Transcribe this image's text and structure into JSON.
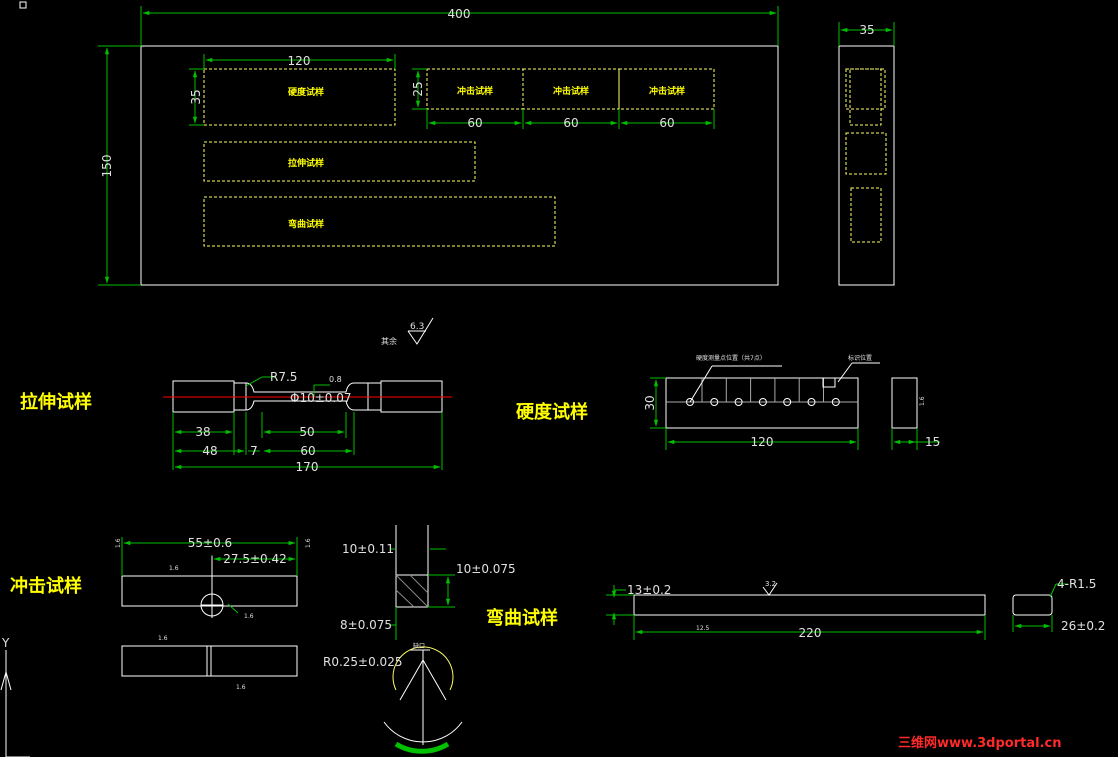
{
  "colors": {
    "background": "#000000",
    "outline": "#ffffff",
    "dimension": "#00c000",
    "specimen_outline": "#ffff66",
    "text": "#e0e0e0",
    "label": "#ffff00",
    "centerline": "#ff0000",
    "watermark": "#ff2a2a"
  },
  "plate": {
    "width": "400",
    "height": "150",
    "side_thickness": "35"
  },
  "layout_zones": {
    "hardness": "硬度试样",
    "impact_1": "冲击试样",
    "impact_2": "冲击试样",
    "impact_3": "冲击试样",
    "tensile": "拉伸试样",
    "bending": "弯曲试样",
    "dim_hardness_width": "120",
    "dim_hardness_height": "35",
    "dim_impact_height": "25",
    "dim_impact_w1": "60",
    "dim_impact_w2": "60",
    "dim_impact_w3": "60"
  },
  "surface_finish": {
    "value": "6.3",
    "note": "其余"
  },
  "tensile": {
    "title": "拉伸试样",
    "radius": "R7.5",
    "diameter": "Φ10±0.07",
    "roughness": "0.8",
    "dim_grip": "38",
    "dim_gauge": "50",
    "dim_shoulder": "48",
    "dim_transition": "7",
    "dim_parallel": "60",
    "dim_total": "170"
  },
  "hardness": {
    "title": "硬度试样",
    "note_points": "硬度测量点位置（共7点）",
    "note_mark": "标识位置",
    "dim_height": "30",
    "dim_length": "120",
    "dim_thickness": "15",
    "roughness": "1.6"
  },
  "impact": {
    "title": "冲击试样",
    "dim_length": "55±0.6",
    "dim_half": "27.5±0.42",
    "dim_width": "10±0.11",
    "dim_height": "10±0.075",
    "dim_notch_depth": "8±0.075",
    "notch_radius": "R0.25±0.025",
    "roughness_a": "1.6",
    "roughness_b": "1.6",
    "roughness_c": "1.6",
    "roughness_d": "1.6",
    "roughness_e": "1.6",
    "roughness_f": "1.6",
    "notch_label": "缺口"
  },
  "bending": {
    "title": "弯曲试样",
    "dim_thickness": "13±0.2",
    "roughness": "3.2",
    "roughness_b": "12.5",
    "dim_length": "220",
    "dim_radius": "4-R1.5",
    "dim_width": "26±0.2"
  },
  "ucs": {
    "y_axis": "Y"
  },
  "watermark": "三维网www.3dportal.cn"
}
